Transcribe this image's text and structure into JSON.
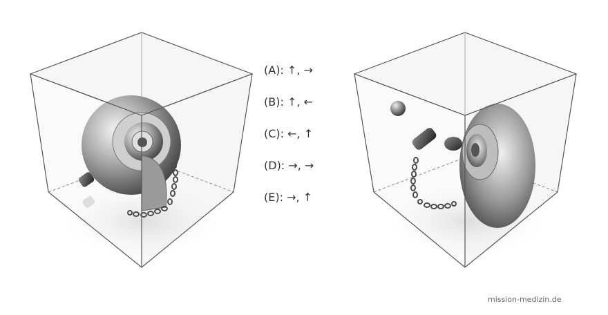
{
  "options": [
    "(A): ↑, →",
    "(B): ↑, ←",
    "(C): ←, ↑",
    "(D): →, →",
    "(E): →, ↑"
  ],
  "credit": "mission-medizin.de"
}
